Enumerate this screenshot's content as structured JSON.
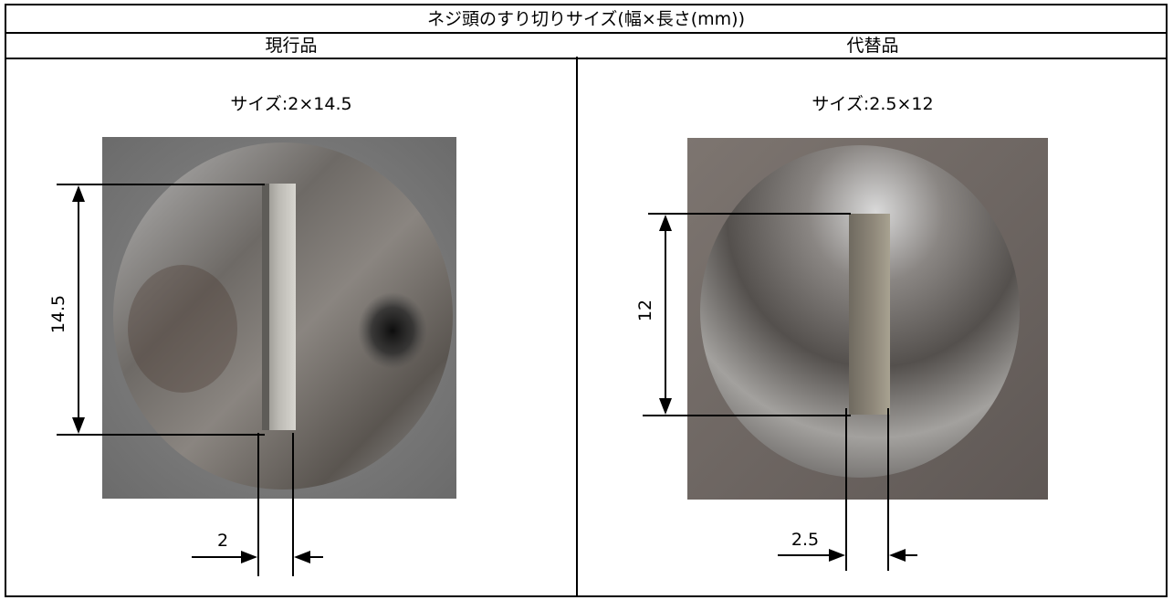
{
  "title": "ネジ頭のすり切りサイズ(幅×長さ(mm))",
  "current": {
    "header": "現行品",
    "size": "サイズ:2×14.5",
    "length_label": "14.5",
    "width_label": "2"
  },
  "replacement": {
    "header": "代替品",
    "size": "サイズ:2.5×12",
    "length_label": "12",
    "width_label": "2.5"
  }
}
